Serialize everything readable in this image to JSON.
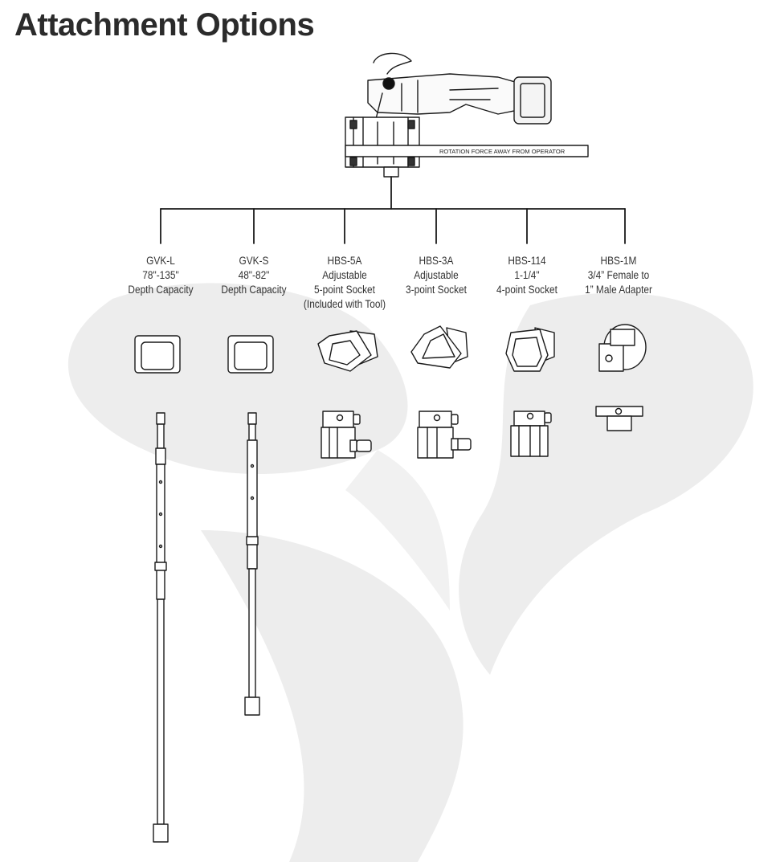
{
  "title": "Attachment Options",
  "tool": {
    "band_text": "ROTATION FORCE AWAY FROM OPERATOR"
  },
  "attachments": [
    {
      "model": "GVK-L",
      "line2": "78\"-135\"",
      "line3": "Depth Capacity",
      "line4": ""
    },
    {
      "model": "GVK-S",
      "line2": "48\"-82\"",
      "line3": "Depth Capacity",
      "line4": ""
    },
    {
      "model": "HBS-5A",
      "line2": "Adjustable",
      "line3": "5-point Socket",
      "line4": "(Included with Tool)"
    },
    {
      "model": "HBS-3A",
      "line2": "Adjustable",
      "line3": "3-point Socket",
      "line4": ""
    },
    {
      "model": "HBS-114",
      "line2": "1-1/4\"",
      "line3": "4-point Socket",
      "line4": ""
    },
    {
      "model": "HBS-1M",
      "line2": "3/4” Female to",
      "line3": "1” Male Adapter",
      "line4": ""
    }
  ],
  "colors": {
    "watermark": "#ededed",
    "line": "#1a1a1a",
    "title": "#2b2b2b"
  }
}
